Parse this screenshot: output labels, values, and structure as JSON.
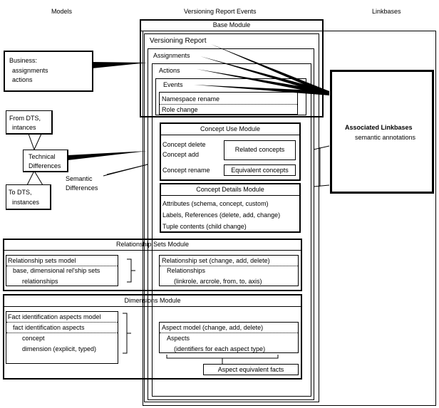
{
  "headers": {
    "models": "Models",
    "events": "Versioning Report Events",
    "linkbases": "Linkbases"
  },
  "base_module": {
    "title": "Base Module",
    "versioning_report": "Versioning Report",
    "assignments": "Assignments",
    "actions": "Actions",
    "events": "Events",
    "namespace_rename": "Namespace rename",
    "role_change": "Role change"
  },
  "business": {
    "line1": "Business:",
    "line2": "assignments",
    "line3": "actions"
  },
  "from_dts": {
    "line1": "From DTS,",
    "line2": "intances"
  },
  "technical": {
    "line1": "Technical",
    "line2": "Differences"
  },
  "to_dts": {
    "line1": "To DTS,",
    "line2": "instances"
  },
  "semantic": {
    "line1": "Semantic",
    "line2": "Differences"
  },
  "concept_use": {
    "title": "Concept Use Module",
    "concept_delete": "Concept delete",
    "concept_add": "Concept add",
    "related_concepts": "Related concepts",
    "concept_rename": "Concept rename",
    "equivalent_concepts": "Equivalent concepts"
  },
  "concept_details": {
    "title": "Concept Details Module",
    "attributes": "Attributes (schema, concept, custom)",
    "labels": "Labels, References (delete, add, change)",
    "tuple": "Tuple contents (child change)"
  },
  "associated": {
    "title": "Associated Linkbases",
    "subtitle": "semantic annotations"
  },
  "relationship": {
    "title": "Relationship Sets Module",
    "model": "Relationship sets model",
    "base": "base, dimensional rel'ship sets",
    "relationships": "relationships",
    "set": "Relationship set (change, add, delete)",
    "rels": "Relationships",
    "rels_detail": "(linkrole, arcrole, from, to, axis)"
  },
  "dimensions": {
    "title": "Dimensions Module",
    "fact_model": "Fact identification aspects model",
    "fact_aspects": "fact identification aspects",
    "concept": "concept",
    "dimension": "dimension (explicit, typed)",
    "aspect_model": "Aspect model (change, add, delete)",
    "aspects": "Aspects",
    "identifiers": "(identifiers for each aspect type)",
    "equivalent_facts": "Aspect equivalent facts"
  }
}
